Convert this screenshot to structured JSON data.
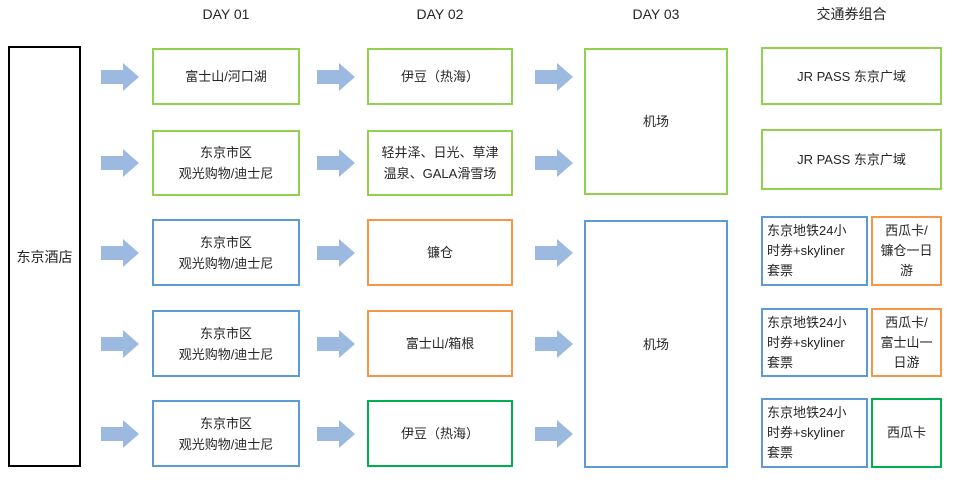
{
  "headers": {
    "day1": "DAY 01",
    "day2": "DAY 02",
    "day3": "DAY 03",
    "transit": "交通券组合"
  },
  "hotel": {
    "label": "东京酒店"
  },
  "rows": [
    {
      "day1": "富士山/河口湖",
      "day2": "伊豆（热海）",
      "transit": "JR PASS 东京广域"
    },
    {
      "day1": "东京市区\n观光购物/迪士尼",
      "day2": "轻井泽、日光、草津\n温泉、GALA滑雪场",
      "transit": "JR PASS 东京广域"
    },
    {
      "day1": "东京市区\n观光购物/迪士尼",
      "day2": "镰仓",
      "transit_left": "东京地铁24小\n时券+skyliner\n套票",
      "transit_right": "西瓜卡/\n镰仓一日\n游"
    },
    {
      "day1": "东京市区\n观光购物/迪士尼",
      "day2": "富士山/箱根",
      "transit_left": "东京地铁24小\n时券+skyliner\n套票",
      "transit_right": "西瓜卡/\n富士山一\n日游"
    },
    {
      "day1": "东京市区\n观光购物/迪士尼",
      "day2": "伊豆（热海）",
      "transit_left": "东京地铁24小\n时券+skyliner\n套票",
      "transit_right": "西瓜卡"
    }
  ],
  "day3_boxes": [
    {
      "text": "机场",
      "spans_rows": "1-2"
    },
    {
      "text": "机场",
      "spans_rows": "3-5"
    }
  ],
  "icons": {
    "flow_arrow": "right-block-arrow"
  },
  "colors": {
    "light_green": "#92D050",
    "dark_green": "#00B050",
    "blue": "#5B9BD5",
    "orange": "#F79646",
    "arrow_blue": "#9CB9DF",
    "hotel_border": "#000000",
    "text": "#262626"
  }
}
